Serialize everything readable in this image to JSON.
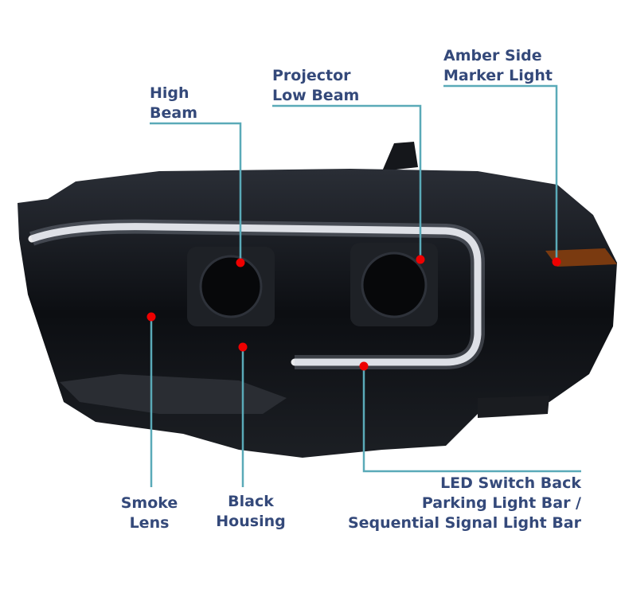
{
  "colors": {
    "label": "#34497a",
    "leader": "#5aaab8",
    "dot": "#ee0000",
    "housing": "#101216",
    "amber": "#7a3a10"
  },
  "labels": {
    "high_beam": [
      "High",
      "Beam"
    ],
    "projector_low_beam": [
      "Projector",
      "Low Beam"
    ],
    "amber_side_marker": [
      "Amber Side",
      "Marker Light"
    ],
    "smoke_lens": [
      "Smoke",
      "Lens"
    ],
    "black_housing": [
      "Black",
      "Housing"
    ],
    "led_bar": [
      "LED Switch Back",
      "Parking Light Bar /",
      "Sequential Signal Light Bar"
    ]
  }
}
